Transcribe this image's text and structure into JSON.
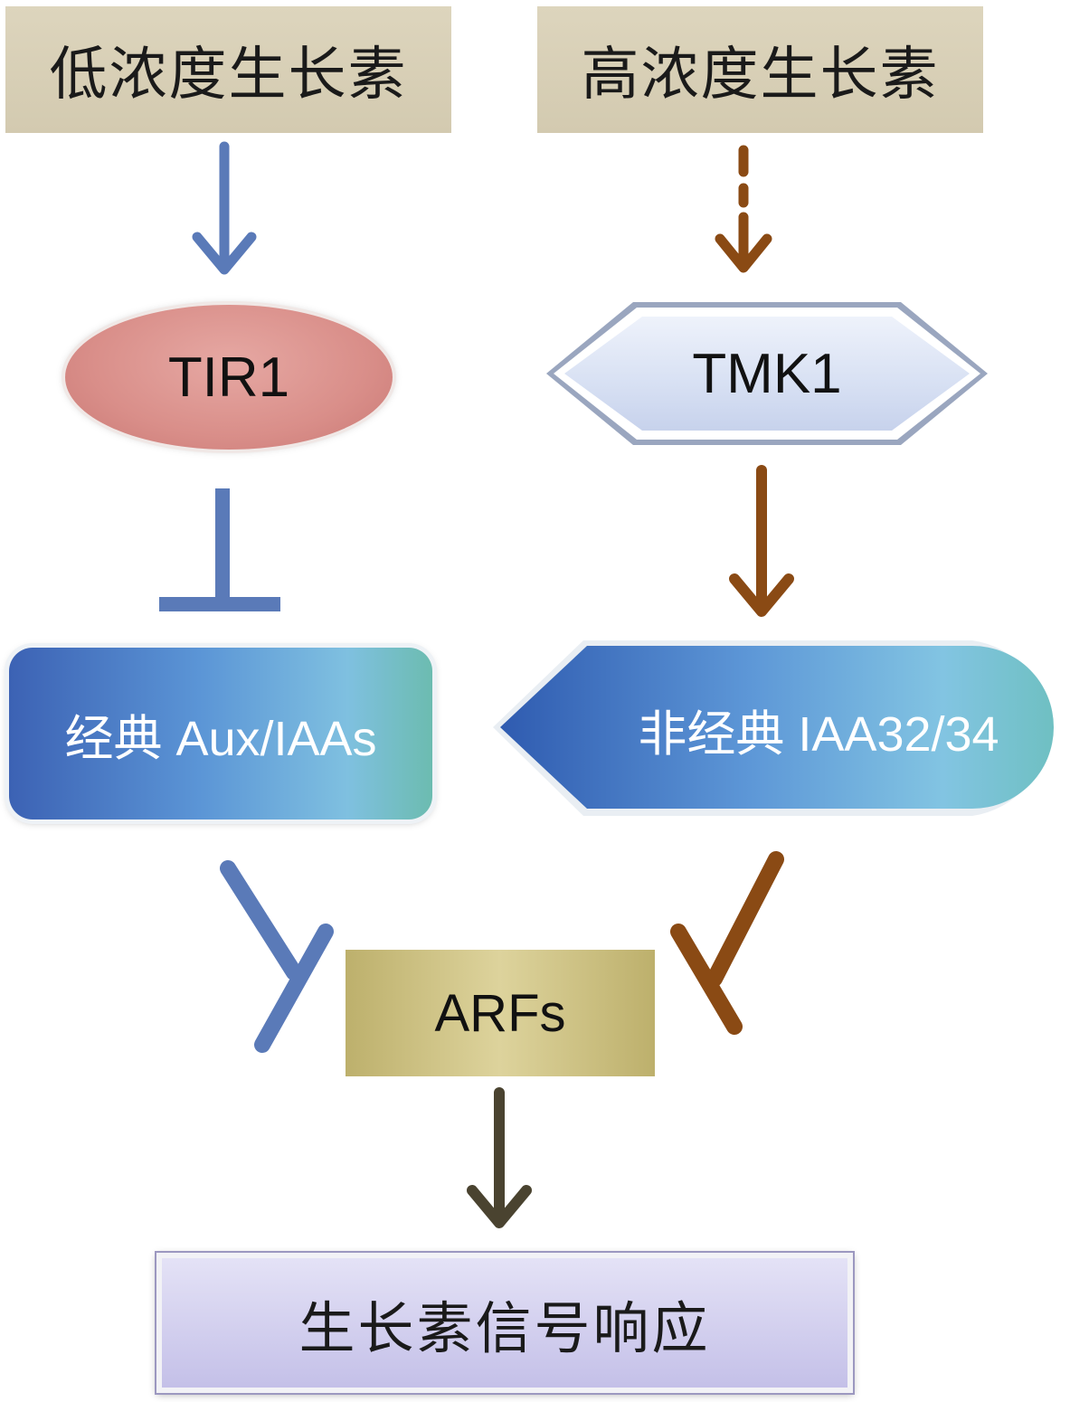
{
  "nodes": {
    "low_auxin": "低浓度生长素",
    "high_auxin": "高浓度生长素",
    "tir1": "TIR1",
    "tmk1": "TMK1",
    "canonical": "经典 Aux/IAAs",
    "noncanonical": "非经典 IAA32/34",
    "arfs": "ARFs",
    "response": "生长素信号响应"
  },
  "colors": {
    "blue_path": "#5a7ab8",
    "brown_path": "#8a4a14",
    "final_arrow": "#4a4330"
  }
}
